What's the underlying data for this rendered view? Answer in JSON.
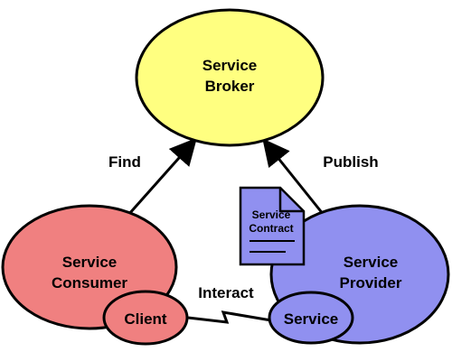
{
  "diagram": {
    "nodes": {
      "broker": {
        "line1": "Service",
        "line2": "Broker",
        "fill": "#FFFF80"
      },
      "consumer": {
        "line1": "Service",
        "line2": "Consumer",
        "fill": "#F08080"
      },
      "client": {
        "label": "Client",
        "fill": "#F08080"
      },
      "provider": {
        "line1": "Service",
        "line2": "Provider",
        "fill": "#9090F0"
      },
      "service": {
        "label": "Service",
        "fill": "#9090F0"
      },
      "contract": {
        "line1": "Service",
        "line2": "Contract",
        "fill": "#9090F0"
      }
    },
    "edges": {
      "find": "Find",
      "publish": "Publish",
      "interact": "Interact"
    }
  }
}
